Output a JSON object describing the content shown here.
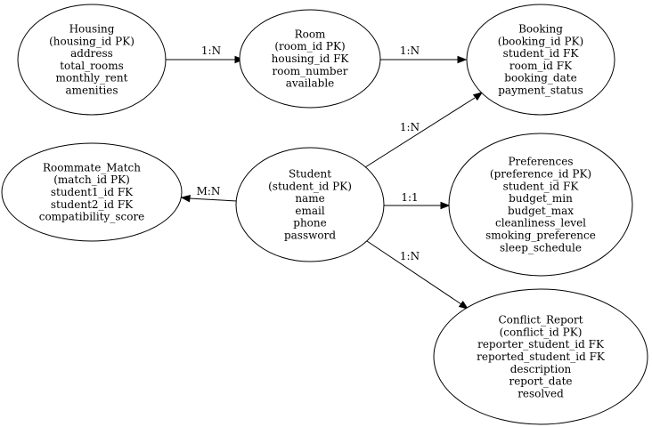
{
  "diagram": {
    "nodes": [
      {
        "id": "housing",
        "lines": [
          "Housing",
          "(housing_id PK)",
          "address",
          "total_rooms",
          "monthly_rent",
          "amenities"
        ]
      },
      {
        "id": "room",
        "lines": [
          "Room",
          "(room_id PK)",
          "housing_id FK",
          "room_number",
          "available"
        ]
      },
      {
        "id": "booking",
        "lines": [
          "Booking",
          "(booking_id PK)",
          "student_id FK",
          "room_id FK",
          "booking_date",
          "payment_status"
        ]
      },
      {
        "id": "roommate_match",
        "lines": [
          "Roommate_Match",
          "(match_id PK)",
          "student1_id FK",
          "student2_id FK",
          "compatibility_score"
        ]
      },
      {
        "id": "student",
        "lines": [
          "Student",
          "(student_id PK)",
          "name",
          "email",
          "phone",
          "password"
        ]
      },
      {
        "id": "preferences",
        "lines": [
          "Preferences",
          "(preference_id PK)",
          "student_id FK",
          "budget_min",
          "budget_max",
          "cleanliness_level",
          "smoking_preference",
          "sleep_schedule"
        ]
      },
      {
        "id": "conflict_report",
        "lines": [
          "Conflict_Report",
          "(conflict_id PK)",
          "reporter_student_id FK",
          "reported_student_id FK",
          "description",
          "report_date",
          "resolved"
        ]
      }
    ],
    "edges": [
      {
        "id": "housing-room",
        "from": "housing",
        "to": "room",
        "label": "1:N"
      },
      {
        "id": "room-booking",
        "from": "room",
        "to": "booking",
        "label": "1:N"
      },
      {
        "id": "student-booking",
        "from": "student",
        "to": "booking",
        "label": "1:N"
      },
      {
        "id": "student-roommate-match",
        "from": "student",
        "to": "roommate_match",
        "label": "M:N"
      },
      {
        "id": "student-preferences",
        "from": "student",
        "to": "preferences",
        "label": "1:1"
      },
      {
        "id": "student-conflict-report",
        "from": "student",
        "to": "conflict_report",
        "label": "1:N"
      }
    ]
  }
}
